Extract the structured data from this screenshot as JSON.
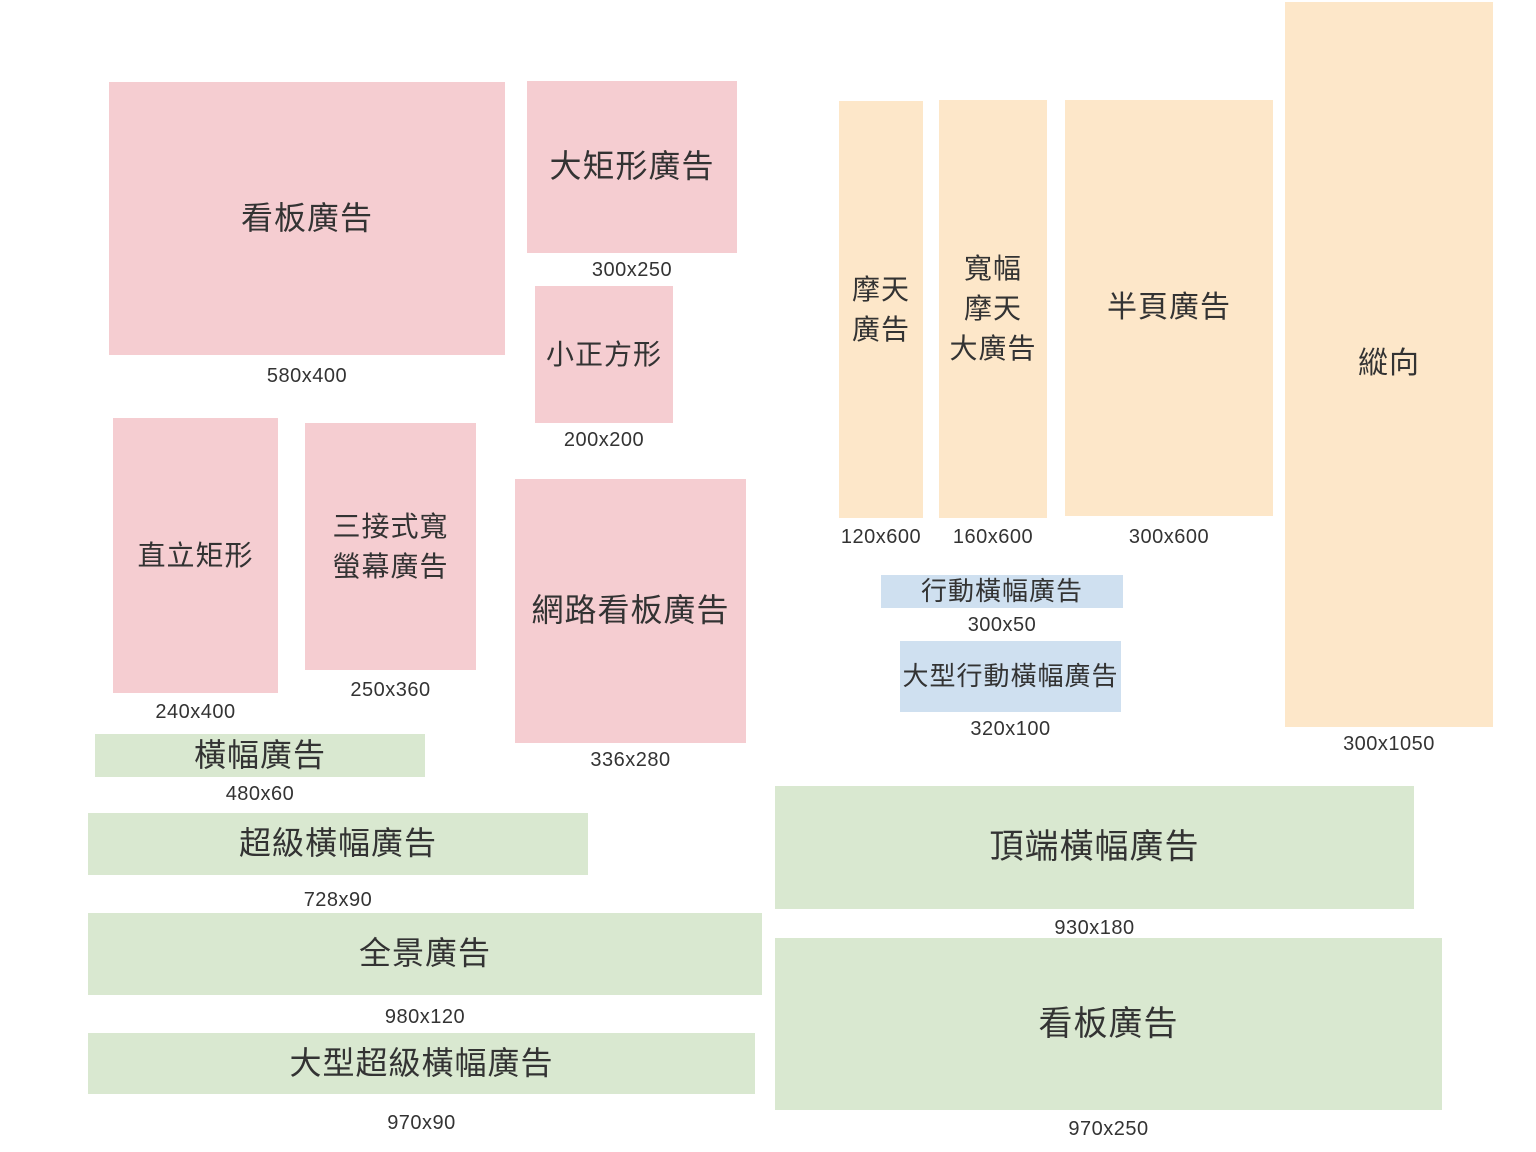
{
  "colors": {
    "pink": "#f5cdd1",
    "peach": "#fde7c9",
    "green": "#d9e8d0",
    "blue": "#cfe0f0",
    "text": "#333333",
    "background": "#ffffff"
  },
  "boxes": [
    {
      "id": "billboard",
      "label": "看板廣告",
      "size": "580x400",
      "color": "pink"
    },
    {
      "id": "large-rectangle",
      "label": "大矩形廣告",
      "size": "300x250",
      "color": "pink"
    },
    {
      "id": "small-square",
      "label": "小正方形",
      "size": "200x200",
      "color": "pink"
    },
    {
      "id": "vertical-rectangle",
      "label": "直立矩形",
      "size": "240x400",
      "color": "pink"
    },
    {
      "id": "triple-widescreen",
      "label": "三接式寬\n螢幕廣告",
      "size": "250x360",
      "color": "pink"
    },
    {
      "id": "web-billboard",
      "label": "網路看板廣告",
      "size": "336x280",
      "color": "pink"
    },
    {
      "id": "skyscraper",
      "label": "摩天\n廣告",
      "size": "120x600",
      "color": "peach"
    },
    {
      "id": "wide-skyscraper",
      "label": "寬幅\n摩天\n大廣告",
      "size": "160x600",
      "color": "peach"
    },
    {
      "id": "half-page",
      "label": "半頁廣告",
      "size": "300x600",
      "color": "peach"
    },
    {
      "id": "portrait",
      "label": "縱向",
      "size": "300x1050",
      "color": "peach"
    },
    {
      "id": "mobile-banner",
      "label": "行動橫幅廣告",
      "size": "300x50",
      "color": "blue"
    },
    {
      "id": "large-mobile-banner",
      "label": "大型行動橫幅廣告",
      "size": "320x100",
      "color": "blue"
    },
    {
      "id": "banner",
      "label": "橫幅廣告",
      "size": "480x60",
      "color": "green"
    },
    {
      "id": "leaderboard",
      "label": "超級橫幅廣告",
      "size": "728x90",
      "color": "green"
    },
    {
      "id": "panorama",
      "label": "全景廣告",
      "size": "980x120",
      "color": "green"
    },
    {
      "id": "large-leaderboard",
      "label": "大型超級橫幅廣告",
      "size": "970x90",
      "color": "green"
    },
    {
      "id": "top-banner",
      "label": "頂端橫幅廣告",
      "size": "930x180",
      "color": "green"
    },
    {
      "id": "billboard-bottom",
      "label": "看板廣告",
      "size": "970x250",
      "color": "green"
    }
  ]
}
